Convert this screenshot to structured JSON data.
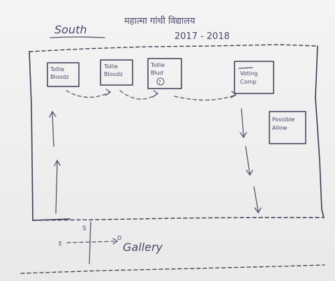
{
  "header": {
    "south": "South",
    "line1": "महात्मा गांधी विद्यालय",
    "line2": "2017 - 2018"
  },
  "boxes": [
    {
      "id": "box-1",
      "label_line1": "Tollie",
      "label_line2": "Bloodz"
    },
    {
      "id": "box-2",
      "label_line1": "Tollie",
      "label_line2": "Bloodz"
    },
    {
      "id": "box-3",
      "label_line1": "Tollie",
      "label_line2": "Blud",
      "label_line3": "?"
    },
    {
      "id": "box-4",
      "label_line1": "Voting",
      "label_line2": "Comp"
    },
    {
      "id": "box-5",
      "label_line1": "Possible",
      "label_line2": "Allow"
    }
  ],
  "bottom": {
    "s_mark": "S",
    "e_mark": "E",
    "d_mark": "D",
    "gallery": "Gallery"
  }
}
